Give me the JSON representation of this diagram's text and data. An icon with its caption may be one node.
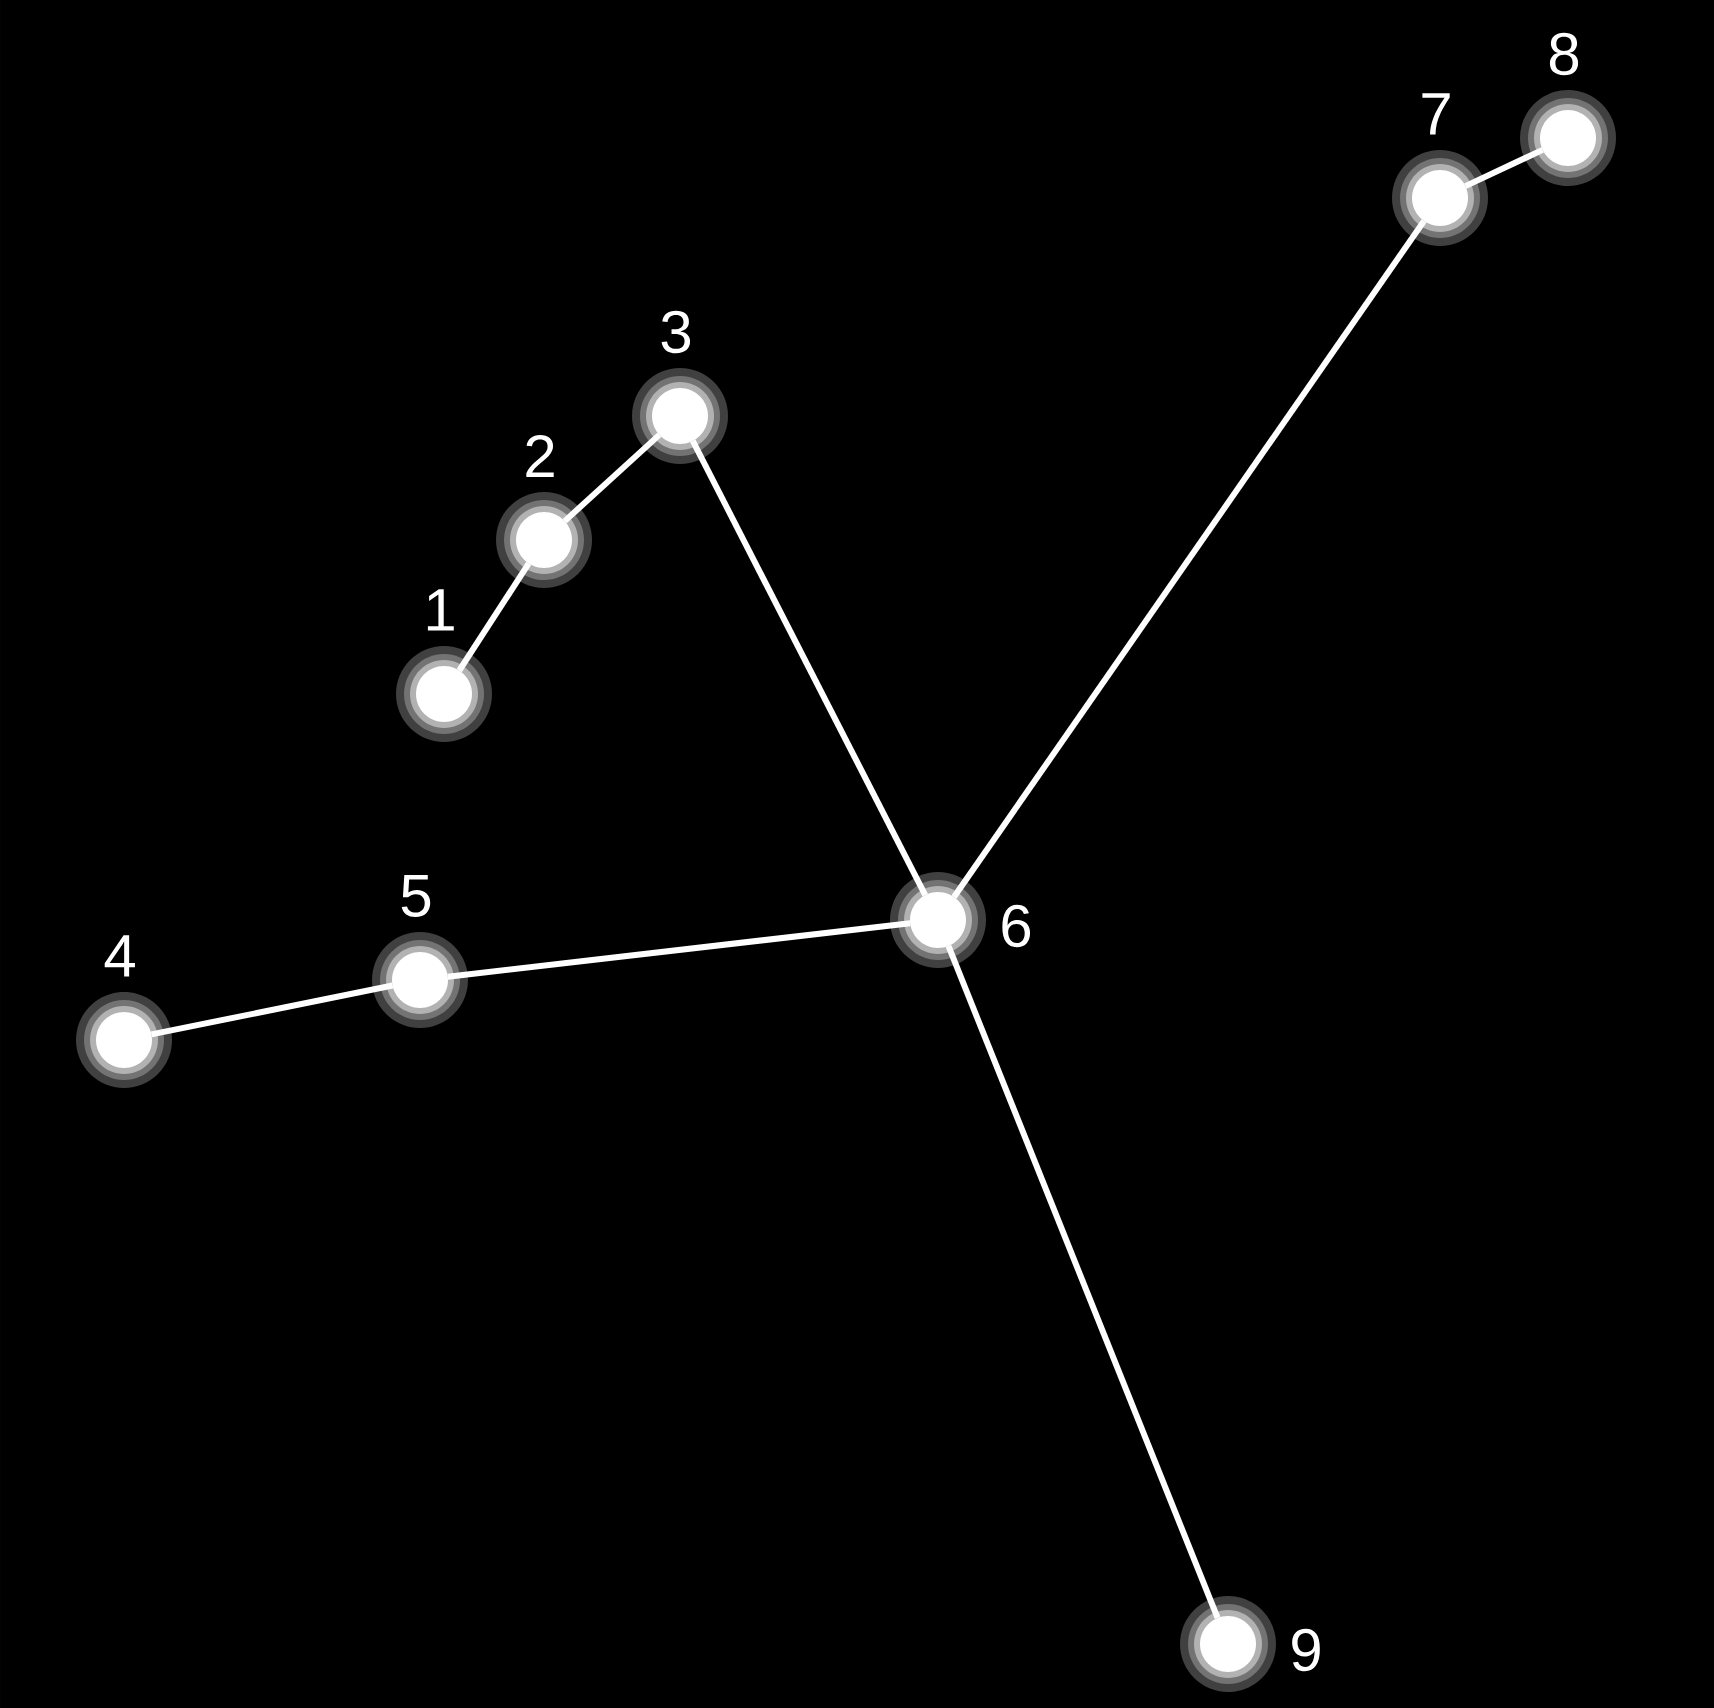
{
  "diagram": {
    "nodes": [
      {
        "text": [],
        "shape": "circle",
        "beside": [
          "1"
        ]
      },
      {
        "text": [],
        "shape": "circle",
        "beside": [
          "2"
        ]
      },
      {
        "text": [],
        "shape": "circle",
        "beside": [
          "3"
        ]
      },
      {
        "text": [],
        "shape": "circle",
        "beside": [
          "4"
        ]
      },
      {
        "text": [],
        "shape": "circle",
        "beside": [
          "5"
        ]
      },
      {
        "text": [],
        "shape": "circle",
        "beside": [
          "6"
        ]
      },
      {
        "text": [],
        "shape": "circle",
        "beside": [
          "7"
        ]
      },
      {
        "text": [],
        "shape": "circle",
        "beside": [
          "8"
        ]
      },
      {
        "text": [],
        "shape": "circle",
        "beside": [
          "9"
        ]
      }
    ],
    "edges": [
      {
        "from": 0,
        "to": 1,
        "arrow": "none"
      },
      {
        "from": 1,
        "to": 2,
        "arrow": "none"
      },
      {
        "from": 2,
        "to": 5,
        "arrow": "none"
      },
      {
        "from": 3,
        "to": 4,
        "arrow": "none"
      },
      {
        "from": 4,
        "to": 5,
        "arrow": "none"
      },
      {
        "from": 5,
        "to": 6,
        "arrow": "none"
      },
      {
        "from": 6,
        "to": 7,
        "arrow": "none"
      },
      {
        "from": 5,
        "to": 8,
        "arrow": "none"
      }
    ]
  }
}
